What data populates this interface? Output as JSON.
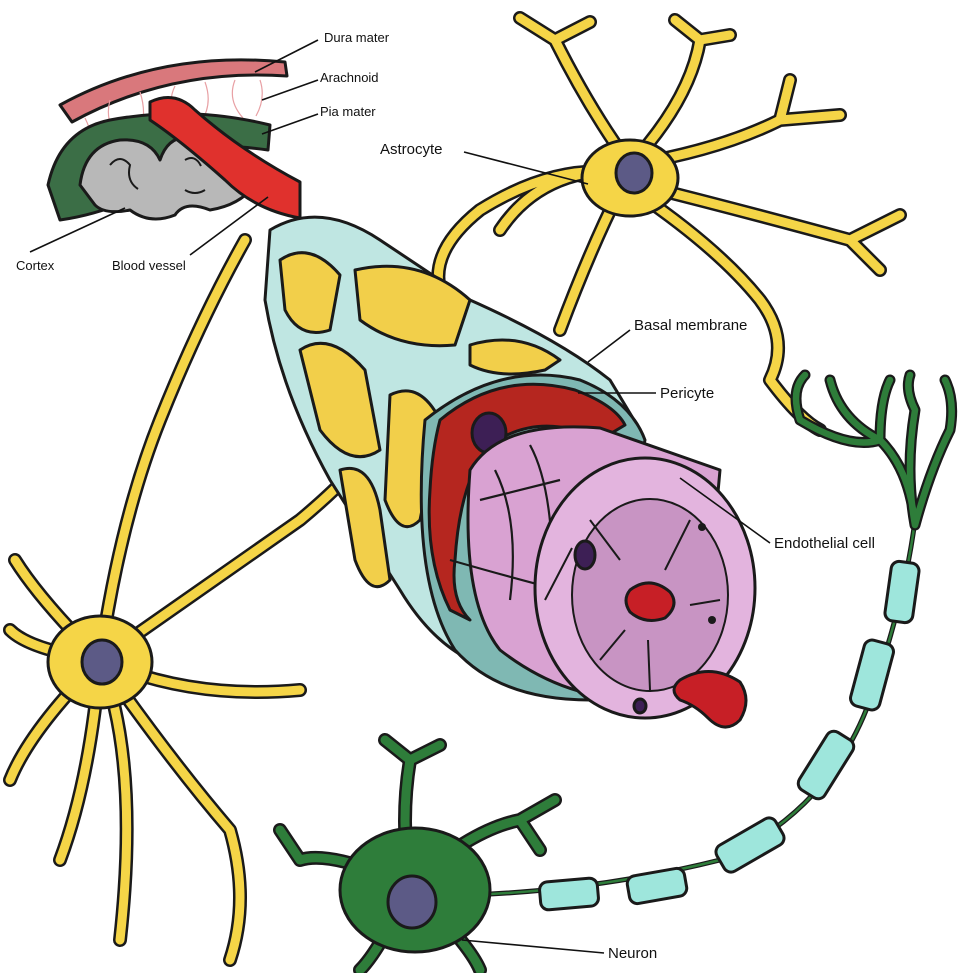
{
  "labels": {
    "dura_mater": "Dura mater",
    "arachnoid": "Arachnoid",
    "pia_mater": "Pia mater",
    "astrocyte": "Astrocyte",
    "cortex": "Cortex",
    "blood_vessel": "Blood vessel",
    "basal_membrane": "Basal membrane",
    "pericyte": "Pericyte",
    "endothelial_cell": "Endothelial cell",
    "neuron": "Neuron"
  },
  "colors": {
    "astrocyte_yellow": "#f5d547",
    "astrocyte_nucleus": "#5c5a86",
    "neuron_green": "#2e7d3a",
    "myelin_cyan": "#9ee6dc",
    "glia_endfeet": "#f2cf4a",
    "basal_lamina": "#bfe6e2",
    "pericyte_red": "#b5261f",
    "endothelial_pink": "#d9a2d2",
    "lumen_pink": "#c894c3",
    "blood_cell_red": "#c71f26",
    "dura_pink": "#d9787c",
    "pia_green": "#3b6e46",
    "cortex_gray": "#b8b8b8",
    "vessel_red": "#e0312d"
  }
}
